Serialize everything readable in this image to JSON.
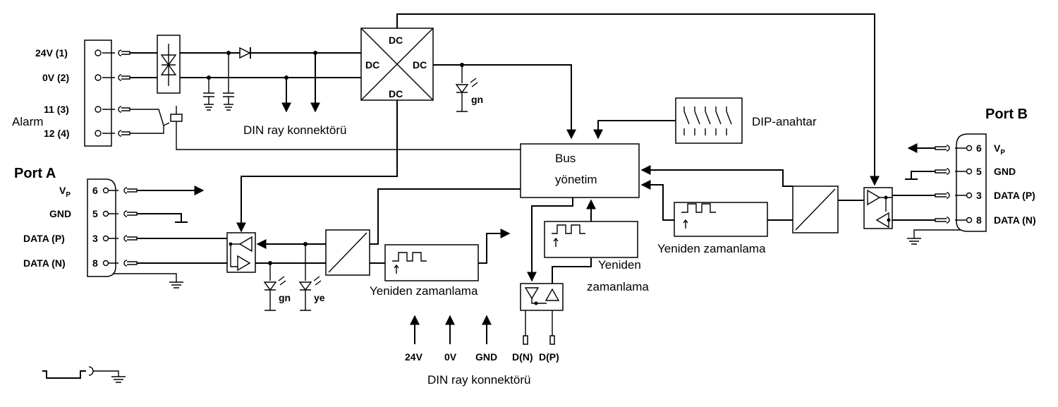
{
  "power": {
    "terminals": [
      "24V (1)",
      "0V (2)",
      "11 (3)",
      "12 (4)"
    ],
    "alarm_label": "Alarm",
    "dc_labels": [
      "DC",
      "DC",
      "DC",
      "DC"
    ],
    "led_gn": "gn",
    "din_connector": "DIN ray konnektörü"
  },
  "dip_switch": "DIP-anahtar",
  "bus": {
    "line1": "Bus",
    "line2": "yönetim"
  },
  "port_a": {
    "title": "Port A",
    "pins": [
      {
        "name": "V",
        "sub": "P",
        "num": "6"
      },
      {
        "name": "GND",
        "sub": "",
        "num": "5"
      },
      {
        "name": "DATA (P)",
        "sub": "",
        "num": "3"
      },
      {
        "name": "DATA (N)",
        "sub": "",
        "num": "8"
      }
    ],
    "leds": [
      "gn",
      "ye"
    ],
    "retiming": "Yeniden zamanlama"
  },
  "port_b": {
    "title": "Port B",
    "pins": [
      {
        "name": "V",
        "sub": "P",
        "num": "6"
      },
      {
        "name": "GND",
        "sub": "",
        "num": "5"
      },
      {
        "name": "DATA (P)",
        "sub": "",
        "num": "3"
      },
      {
        "name": "DATA (N)",
        "sub": "",
        "num": "8"
      }
    ],
    "retiming": "Yeniden zamanlama"
  },
  "din_bus": {
    "retiming_line1": "Yeniden",
    "retiming_line2": "zamanlama",
    "labels": [
      "24V",
      "0V",
      "GND",
      "D(N)",
      "D(P)"
    ],
    "connector": "DIN ray konnektörü"
  }
}
